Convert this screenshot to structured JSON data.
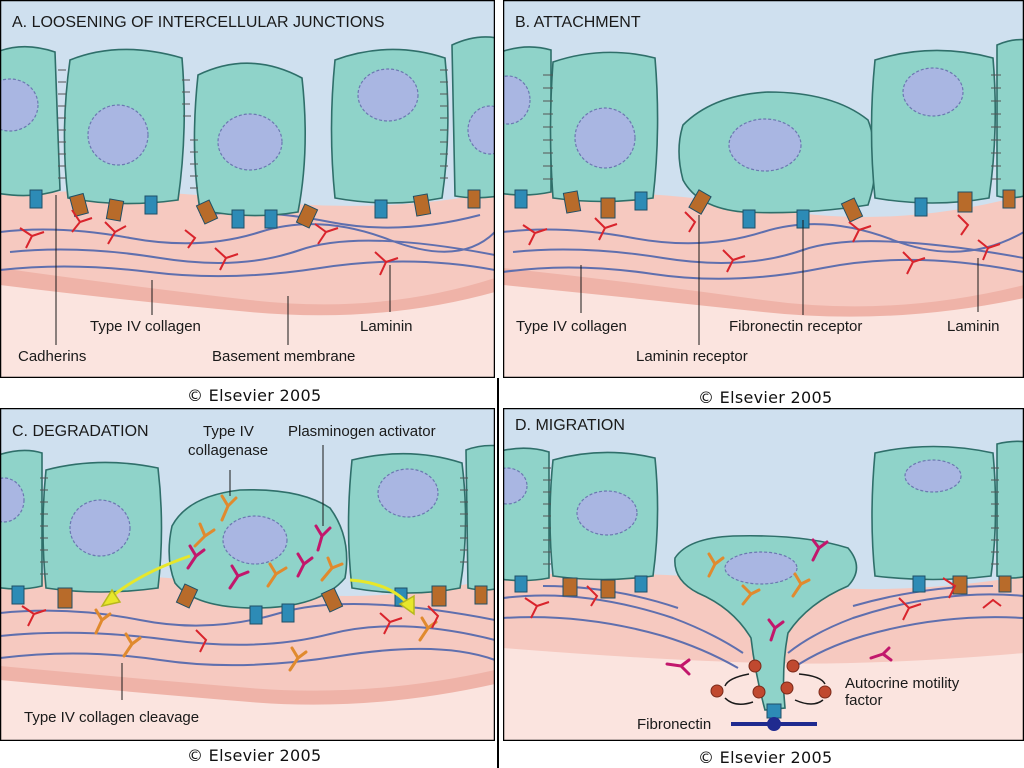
{
  "panels": {
    "a": {
      "title": "A. LOOSENING OF INTERCELLULAR JUNCTIONS",
      "labels": {
        "cadherins": "Cadherins",
        "type_iv_collagen": "Type IV collagen",
        "basement_membrane": "Basement membrane",
        "laminin": "Laminin"
      },
      "copyright": "© Elsevier 2005"
    },
    "b": {
      "title": "B. ATTACHMENT",
      "labels": {
        "type_iv_collagen": "Type IV collagen",
        "laminin_receptor": "Laminin receptor",
        "fibronectin_receptor": "Fibronectin receptor",
        "laminin": "Laminin"
      },
      "copyright": "© Elsevier 2005"
    },
    "c": {
      "title": "C. DEGRADATION",
      "labels": {
        "collagenase_line1": "Type IV",
        "collagenase_line2": "collagenase",
        "plasminogen_activator": "Plasminogen activator",
        "collagen_cleavage": "Type IV collagen cleavage"
      },
      "copyright": "© Elsevier 2005"
    },
    "d": {
      "title": "D. MIGRATION",
      "labels": {
        "autocrine_line1": "Autocrine motility",
        "autocrine_line2": "factor",
        "fibronectin": "Fibronectin"
      },
      "copyright": "© Elsevier 2005"
    }
  },
  "colors": {
    "sky": "#cfe0ef",
    "membrane": "#f6c9c0",
    "membrane_dark": "#efb3a8",
    "tissue": "#fbe4df",
    "cell": "#8fd3c9",
    "cell_stroke": "#2f6f6a",
    "nucleus": "#a9b6e2",
    "fiber": "#5f6fae",
    "laminin": "#d9242c",
    "cadherin_receptor": "#2d8bb6",
    "laminin_receptor": "#b86b2a",
    "collagenase": "#e08a2e",
    "plasminogen": "#c2176c",
    "arrow": "#e7e72a",
    "autocrine": "#c0492f",
    "fibronectin": "#1f2a8f"
  }
}
